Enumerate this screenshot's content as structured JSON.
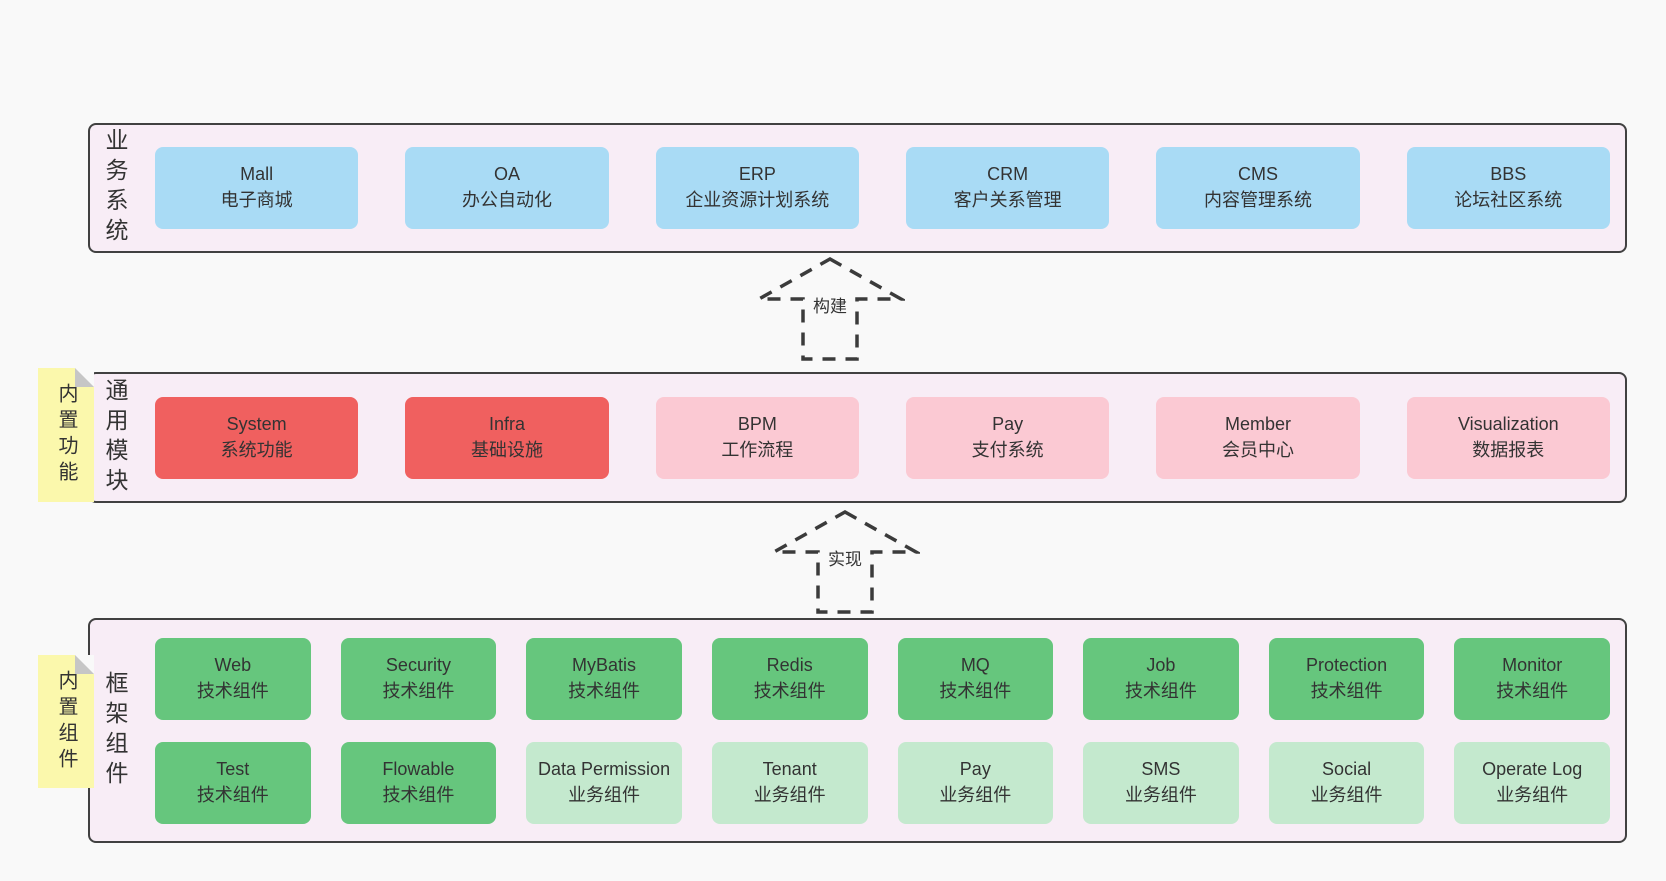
{
  "colors": {
    "page_bg": "#f9f9f9",
    "panel_bg": "#f8edf6",
    "panel_border": "#414141",
    "text": "#333333",
    "blue": "#a9dbf5",
    "red": "#f0605f",
    "pink": "#fbc9d3",
    "green": "#66c67d",
    "green_light": "#c4e9ce",
    "note_yellow": "#fbf8ac",
    "note_fold": "#c6c6c6",
    "arrow": "#3b3b3b"
  },
  "arrows": [
    {
      "label": "构建"
    },
    {
      "label": "实现"
    }
  ],
  "layers": {
    "business": {
      "side_label": "业务系统",
      "items": [
        {
          "title": "Mall",
          "subtitle": "电子商城",
          "variant": "blue"
        },
        {
          "title": "OA",
          "subtitle": "办公自动化",
          "variant": "blue"
        },
        {
          "title": "ERP",
          "subtitle": "企业资源计划系统",
          "variant": "blue"
        },
        {
          "title": "CRM",
          "subtitle": "客户关系管理",
          "variant": "blue"
        },
        {
          "title": "CMS",
          "subtitle": "内容管理系统",
          "variant": "blue"
        },
        {
          "title": "BBS",
          "subtitle": "论坛社区系统",
          "variant": "blue"
        }
      ]
    },
    "modules": {
      "side_label": "通用模块",
      "sticky_note": "内置功能",
      "items": [
        {
          "title": "System",
          "subtitle": "系统功能",
          "variant": "red"
        },
        {
          "title": "Infra",
          "subtitle": "基础设施",
          "variant": "red"
        },
        {
          "title": "BPM",
          "subtitle": "工作流程",
          "variant": "pink"
        },
        {
          "title": "Pay",
          "subtitle": "支付系统",
          "variant": "pink"
        },
        {
          "title": "Member",
          "subtitle": "会员中心",
          "variant": "pink"
        },
        {
          "title": "Visualization",
          "subtitle": "数据报表",
          "variant": "pink"
        }
      ]
    },
    "components": {
      "side_label": "框架组件",
      "sticky_note": "内置组件",
      "rows": [
        [
          {
            "title": "Web",
            "subtitle": "技术组件",
            "variant": "green"
          },
          {
            "title": "Security",
            "subtitle": "技术组件",
            "variant": "green"
          },
          {
            "title": "MyBatis",
            "subtitle": "技术组件",
            "variant": "green"
          },
          {
            "title": "Redis",
            "subtitle": "技术组件",
            "variant": "green"
          },
          {
            "title": "MQ",
            "subtitle": "技术组件",
            "variant": "green"
          },
          {
            "title": "Job",
            "subtitle": "技术组件",
            "variant": "green"
          },
          {
            "title": "Protection",
            "subtitle": "技术组件",
            "variant": "green"
          },
          {
            "title": "Monitor",
            "subtitle": "技术组件",
            "variant": "green"
          }
        ],
        [
          {
            "title": "Test",
            "subtitle": "技术组件",
            "variant": "green"
          },
          {
            "title": "Flowable",
            "subtitle": "技术组件",
            "variant": "green"
          },
          {
            "title": "Data Permission",
            "subtitle": "业务组件",
            "variant": "green_light"
          },
          {
            "title": "Tenant",
            "subtitle": "业务组件",
            "variant": "green_light"
          },
          {
            "title": "Pay",
            "subtitle": "业务组件",
            "variant": "green_light"
          },
          {
            "title": "SMS",
            "subtitle": "业务组件",
            "variant": "green_light"
          },
          {
            "title": "Social",
            "subtitle": "业务组件",
            "variant": "green_light"
          },
          {
            "title": "Operate Log",
            "subtitle": "业务组件",
            "variant": "green_light"
          }
        ]
      ]
    }
  }
}
